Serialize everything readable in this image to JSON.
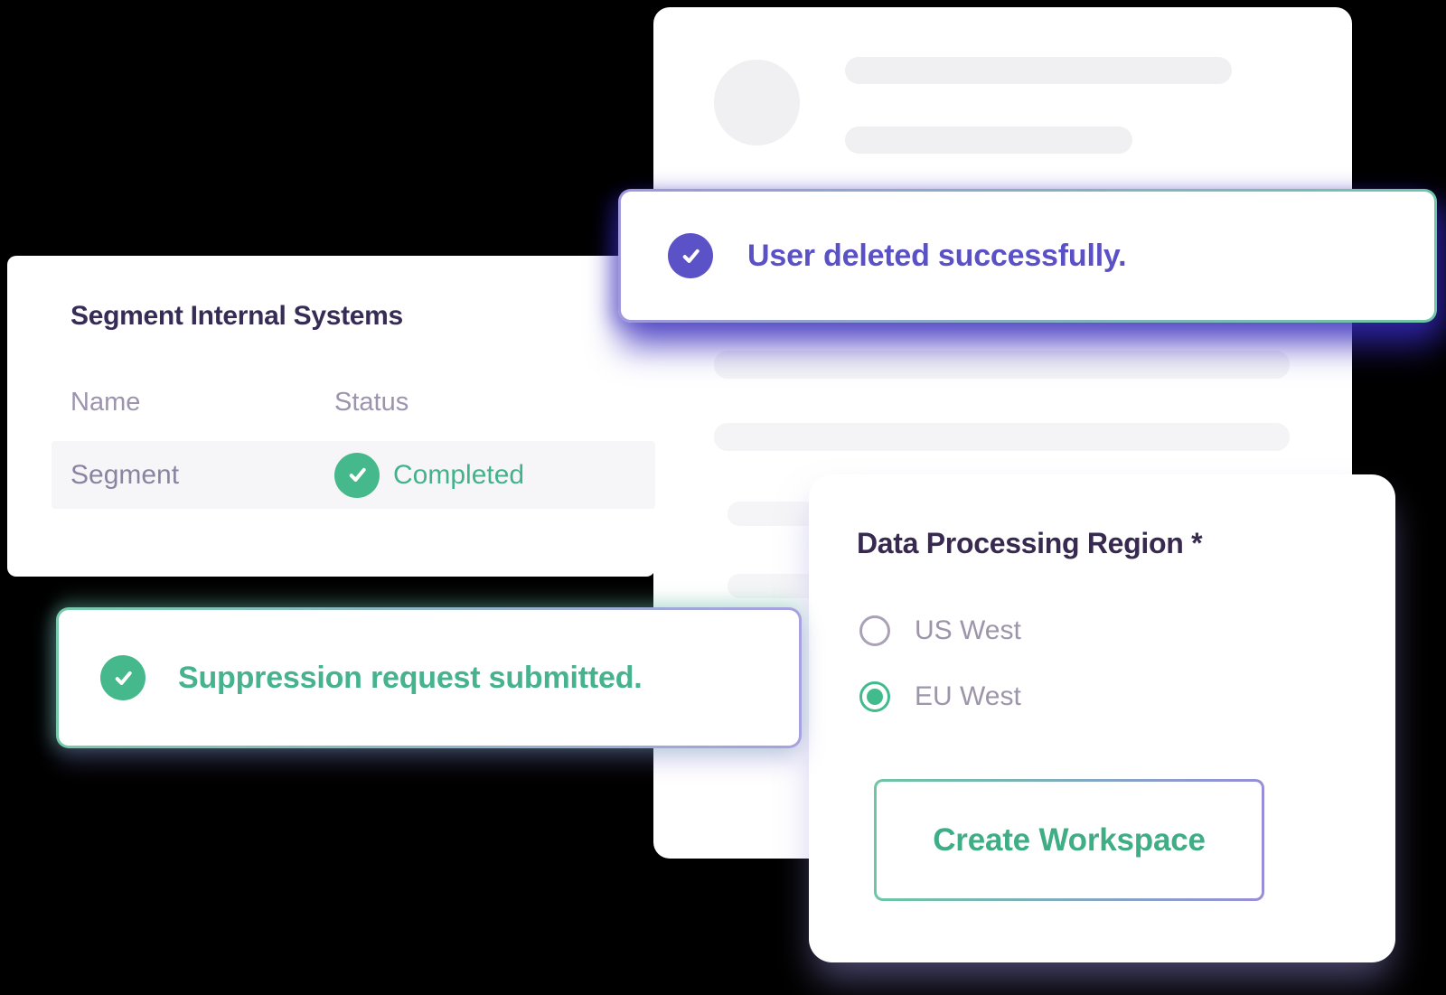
{
  "colors": {
    "background": "#000000",
    "card_background": "#ffffff",
    "accent_purple": "#5b51c7",
    "accent_green": "#45b98c",
    "green_text": "#43b28a",
    "title_dark": "#362c55",
    "muted_label": "#9c94ae",
    "cell_text": "#8b84a0",
    "row_background": "#f6f6f8",
    "skeleton_gray": "#f0f0f2",
    "toast_border_purple": "#9f98dd",
    "toast_border_teal": "#6ec6a7",
    "radio_unselected_ring": "#a9a2b6",
    "radio_selected_green": "#42bb8c",
    "button_text_green": "#3fae86",
    "toast_shadow_indigo": "rgba(54,41,188,0.55)"
  },
  "icons": {
    "toast_user_icon": "check-circle",
    "toast_suppression_icon": "check-circle",
    "status_icon": "check-circle",
    "radio_unselected": "circle-outline",
    "radio_selected": "circle-dot"
  },
  "systems_card": {
    "title": "Segment Internal Systems",
    "columns": [
      "Name",
      "Status"
    ],
    "rows": [
      {
        "name": "Segment",
        "status": "Completed"
      }
    ]
  },
  "toast_user": {
    "message": "User deleted successfully."
  },
  "toast_suppression": {
    "message": "Suppression request submitted."
  },
  "region_card": {
    "title": "Data Processing Region *",
    "options": [
      {
        "label": "US West",
        "selected": false
      },
      {
        "label": "EU West",
        "selected": true
      }
    ],
    "button_label": "Create Workspace"
  }
}
